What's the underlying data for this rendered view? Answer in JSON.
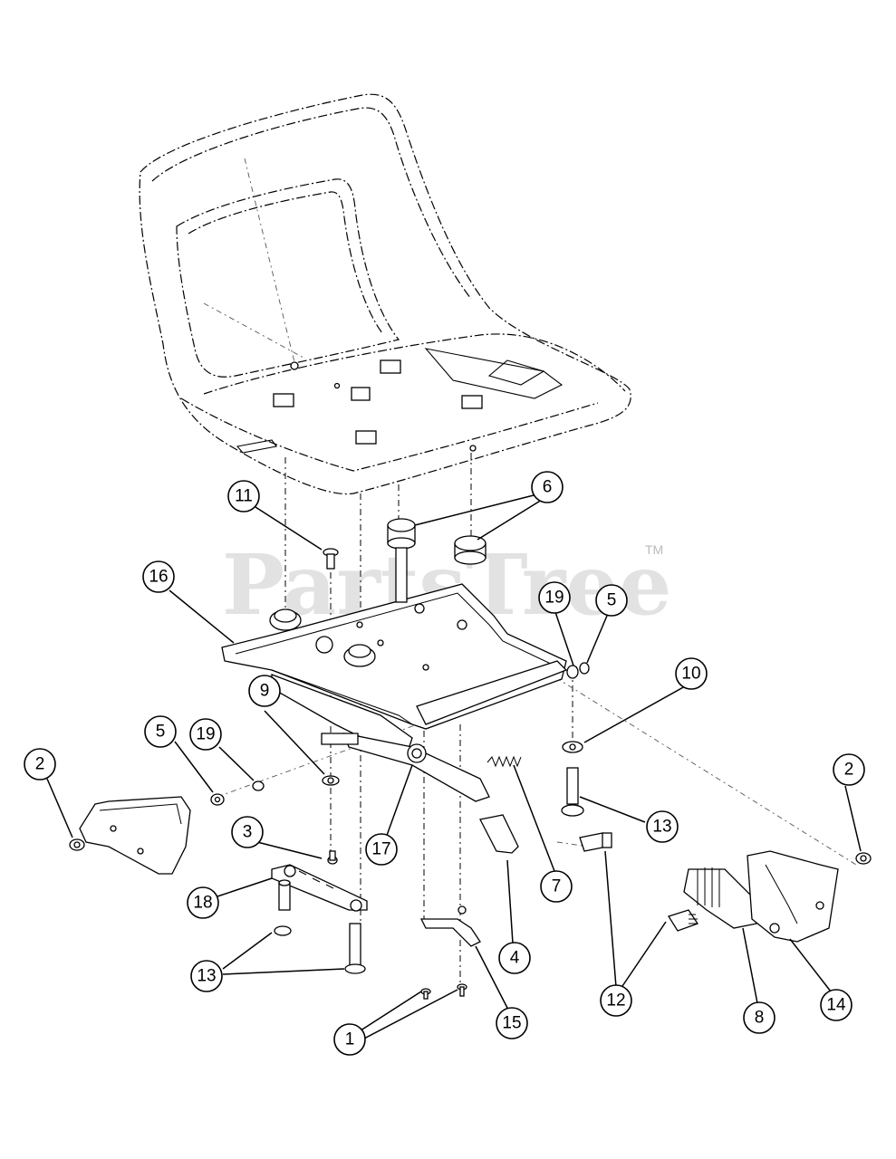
{
  "watermark": {
    "text": "PartsTree",
    "trademark": "TM"
  },
  "callouts": [
    {
      "label": "1"
    },
    {
      "label": "2"
    },
    {
      "label": "2"
    },
    {
      "label": "3"
    },
    {
      "label": "4"
    },
    {
      "label": "5"
    },
    {
      "label": "5"
    },
    {
      "label": "6"
    },
    {
      "label": "7"
    },
    {
      "label": "8"
    },
    {
      "label": "9"
    },
    {
      "label": "10"
    },
    {
      "label": "11"
    },
    {
      "label": "12"
    },
    {
      "label": "13"
    },
    {
      "label": "13"
    },
    {
      "label": "14"
    },
    {
      "label": "15"
    },
    {
      "label": "16"
    },
    {
      "label": "17"
    },
    {
      "label": "18"
    },
    {
      "label": "19"
    },
    {
      "label": "19"
    }
  ]
}
